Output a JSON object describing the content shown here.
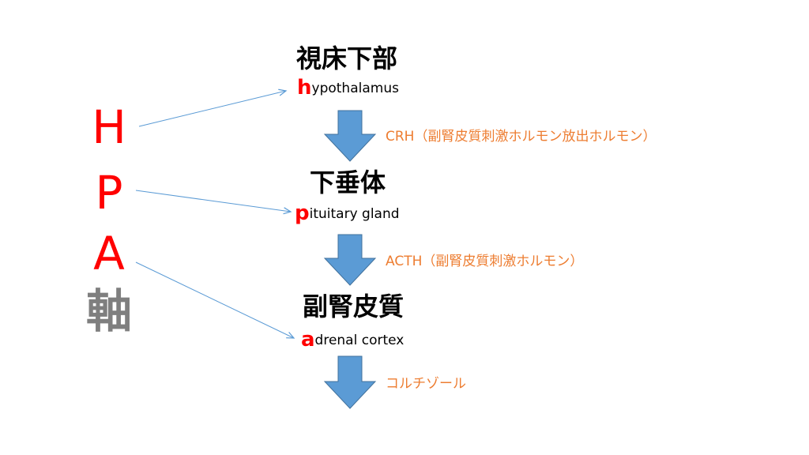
{
  "colors": {
    "accent_red": "#ff0000",
    "axis_gray": "#7f7f7f",
    "hormone_orange": "#ed7d31",
    "flow_arrow_fill": "#5b9bd5",
    "flow_arrow_stroke": "#41719c",
    "pointer_line": "#5b9bd5"
  },
  "acronym": {
    "letters": [
      "H",
      "P",
      "A"
    ],
    "axis_label": "軸"
  },
  "nodes": [
    {
      "jp": "視床下部",
      "en_initial": "h",
      "en_rest": "ypothalamus"
    },
    {
      "jp": "下垂体",
      "en_initial": "p",
      "en_rest": "ituitary gland"
    },
    {
      "jp": "副腎皮質",
      "en_initial": "a",
      "en_rest": "drenal cortex"
    }
  ],
  "hormones": [
    "CRH（副腎皮質刺激ホルモン放出ホルモン）",
    "ACTH（副腎皮質刺激ホルモン）",
    "コルチゾール"
  ]
}
